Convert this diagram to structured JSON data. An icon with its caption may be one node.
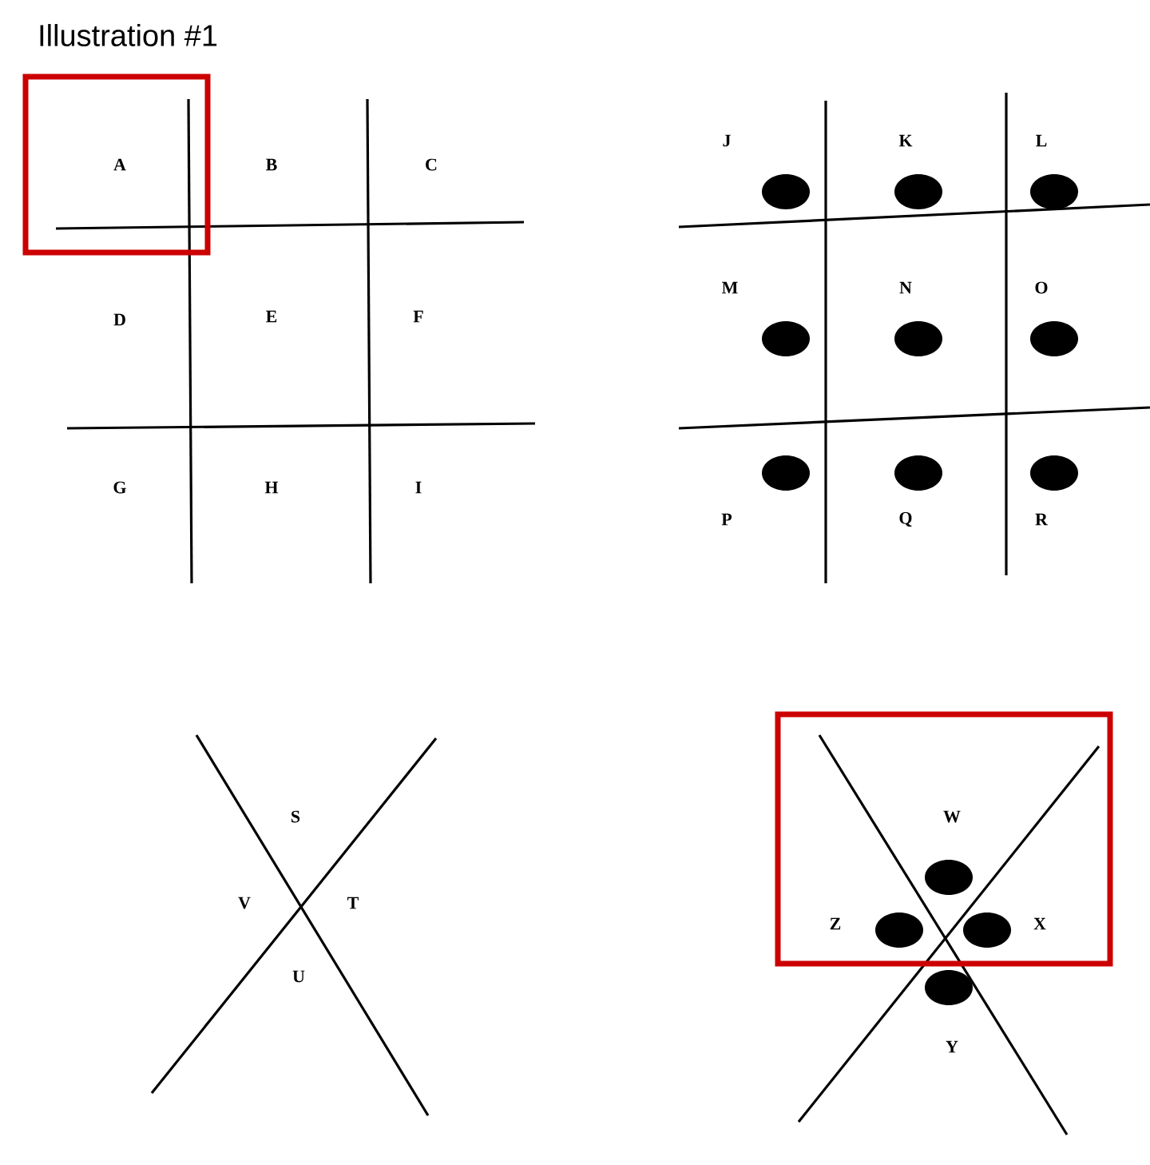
{
  "diagram": {
    "title": "Illustration #1",
    "labels": [
      "A",
      "B",
      "C",
      "D",
      "E",
      "F",
      "G",
      "H",
      "I",
      "J",
      "K",
      "L",
      "M",
      "N",
      "O",
      "P",
      "Q",
      "R",
      "S",
      "V",
      "T",
      "U",
      "W",
      "Z",
      "X",
      "Y"
    ]
  }
}
